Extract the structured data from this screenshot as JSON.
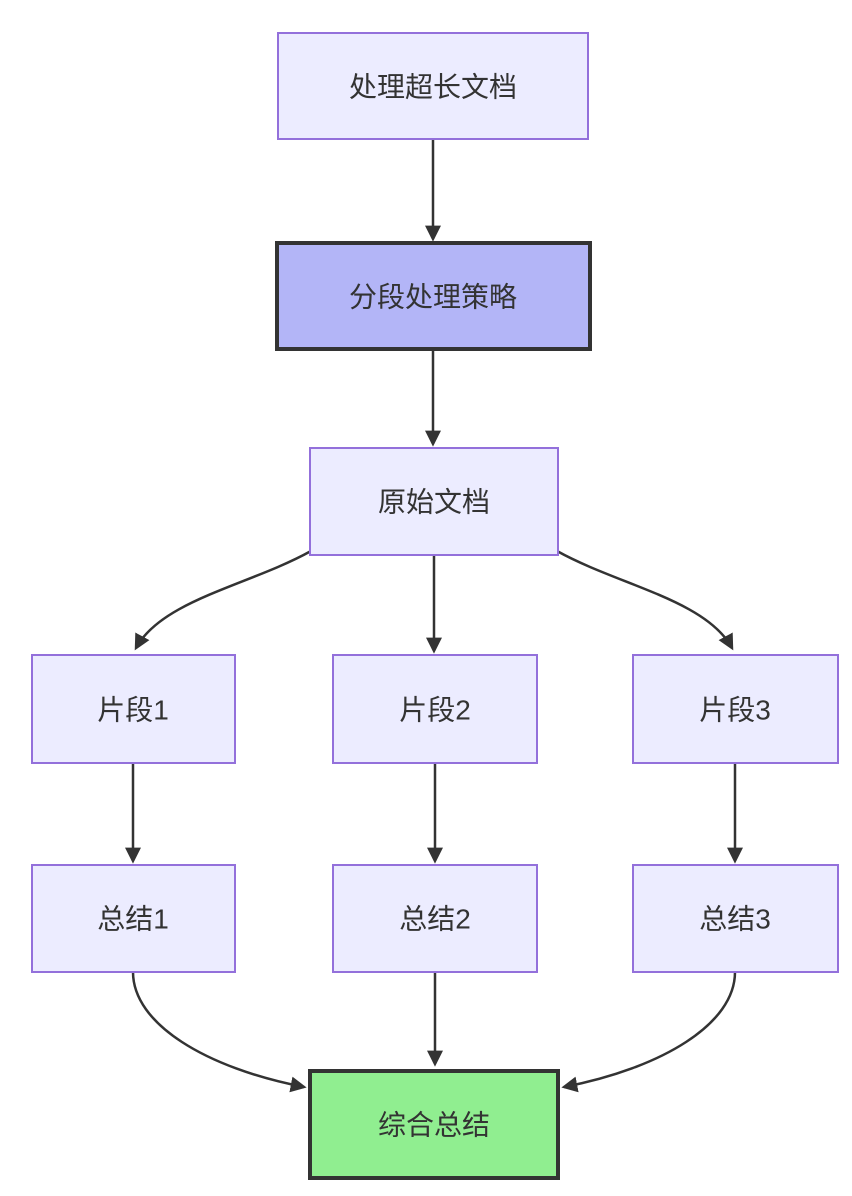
{
  "diagram": {
    "type": "flowchart",
    "direction": "top-down",
    "background_color": "#ffffff",
    "colors": {
      "node_fill": "#ECECFF",
      "node_border": "#9370DB",
      "highlight_fill": "#b3b5f7",
      "highlight_border": "#333333",
      "result_fill": "#90EE90",
      "result_border": "#333333",
      "edge_line": "#333333",
      "text": "#333333"
    },
    "nodes": {
      "title": {
        "label": "处理超长文档",
        "style": "default"
      },
      "strategy": {
        "label": "分段处理策略",
        "style": "highlight"
      },
      "source": {
        "label": "原始文档",
        "style": "default"
      },
      "chunk1": {
        "label": "片段1",
        "style": "default"
      },
      "chunk2": {
        "label": "片段2",
        "style": "default"
      },
      "chunk3": {
        "label": "片段3",
        "style": "default"
      },
      "summary1": {
        "label": "总结1",
        "style": "default"
      },
      "summary2": {
        "label": "总结2",
        "style": "default"
      },
      "summary3": {
        "label": "总结3",
        "style": "default"
      },
      "final": {
        "label": "综合总结",
        "style": "result"
      }
    },
    "edges": [
      {
        "from": "处理超长文档",
        "to": "分段处理策略"
      },
      {
        "from": "分段处理策略",
        "to": "原始文档"
      },
      {
        "from": "原始文档",
        "to": "片段1"
      },
      {
        "from": "原始文档",
        "to": "片段2"
      },
      {
        "from": "原始文档",
        "to": "片段3"
      },
      {
        "from": "片段1",
        "to": "总结1"
      },
      {
        "from": "片段2",
        "to": "总结2"
      },
      {
        "from": "片段3",
        "to": "总结3"
      },
      {
        "from": "总结1",
        "to": "综合总结"
      },
      {
        "from": "总结2",
        "to": "综合总结"
      },
      {
        "from": "总结3",
        "to": "综合总结"
      }
    ]
  }
}
